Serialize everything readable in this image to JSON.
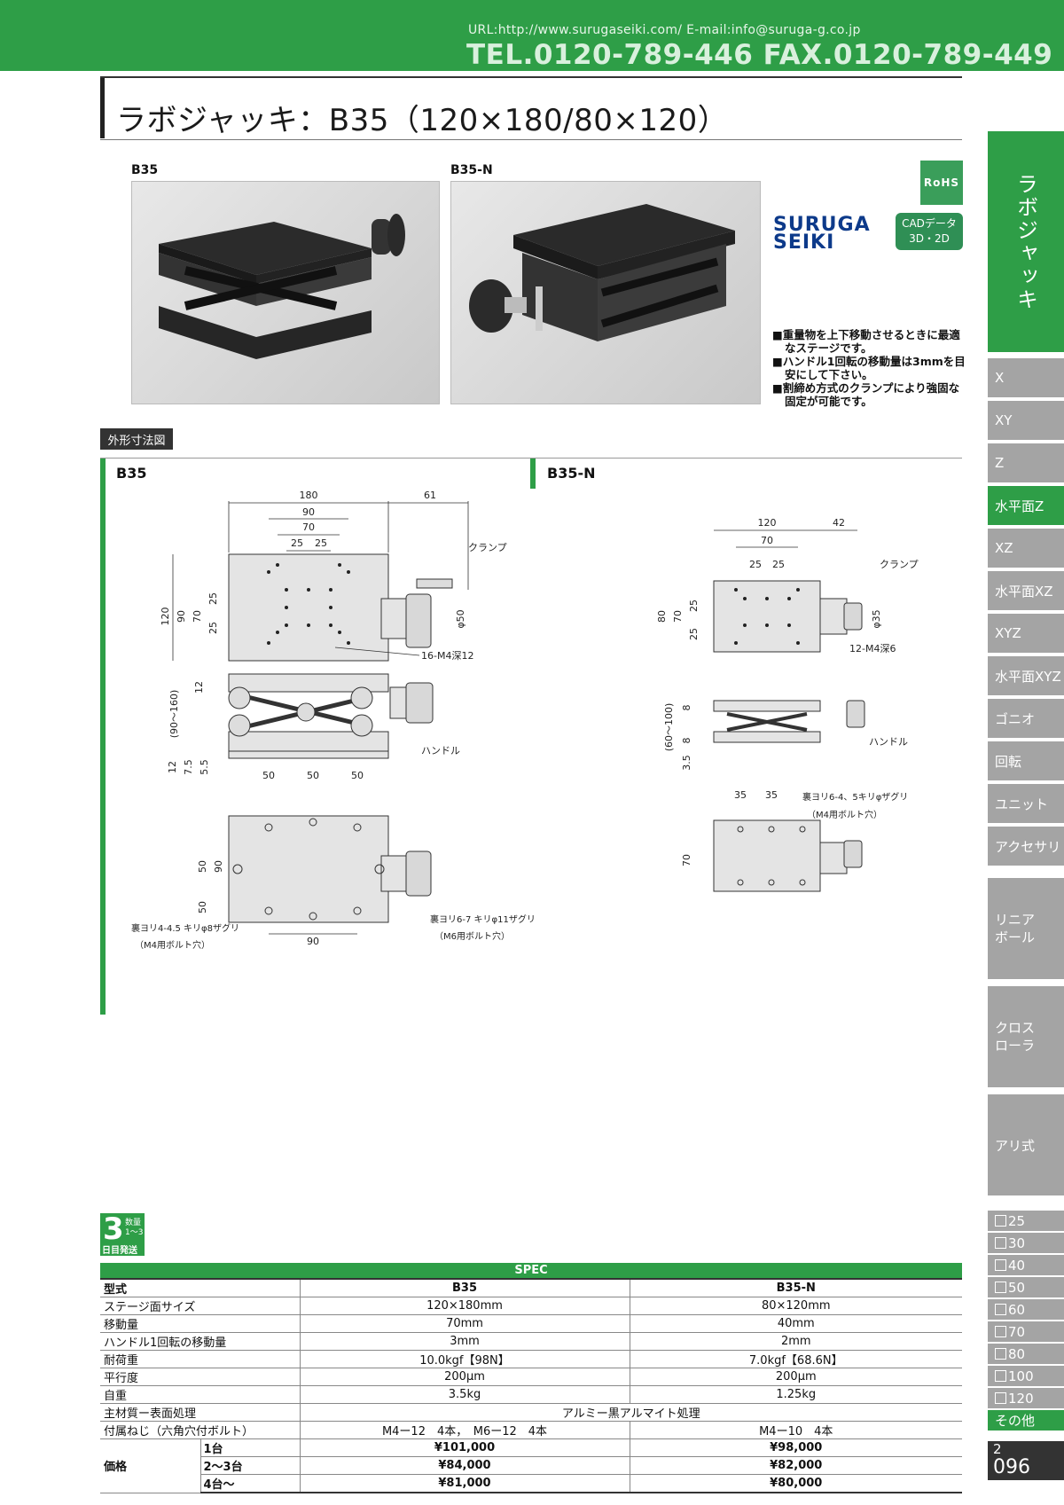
{
  "header": {
    "url": "URL:http://www.surugaseiki.com/  E-mail:info@suruga-g.co.jp",
    "tel": "TEL.0120-789-446  FAX.0120-789-449"
  },
  "title": "ラボジャッキ：B35（120×180/80×120）",
  "photos": {
    "b35_label": "B35",
    "b35n_label": "B35-N"
  },
  "rohs": "RoHS",
  "logo": {
    "line1": "SURUGA",
    "line2": "SEIKI"
  },
  "cad": {
    "line1": "CADデータ",
    "line2": "3D・2D"
  },
  "features": [
    "■重量物を上下移動させるときに最適なステージです。",
    "■ハンドル1回転の移動量は3mmを目安にして下さい。",
    "■割締め方式のクランプにより強固な固定が可能です。"
  ],
  "section_tag": "外形寸法図",
  "drawing_b35": {
    "label": "B35",
    "dims": {
      "w180": "180",
      "d61": "61",
      "d90": "90",
      "d70": "70",
      "d25a": "25",
      "d25b": "25",
      "h120": "120",
      "h90": "90",
      "h70": "70",
      "h25a": "25",
      "h25b": "25",
      "phi50": "φ50",
      "clamp": "クランプ",
      "holes": "16-M4深12",
      "range": "(90〜160)",
      "h12": "12",
      "handle": "ハンドル",
      "b12": "12",
      "b75": "7.5",
      "b55": "5.5",
      "b50a": "50",
      "b50b": "50",
      "b50c": "50",
      "v50a": "50",
      "v90": "90",
      "v50b": "50",
      "bot90": "90",
      "cb1a": "裏ヨリ4-4.5 キリφ8ザグリ",
      "cb1b": "（M4用ボルト穴）",
      "cb2a": "裏ヨリ6-7 キリφ11ザグリ",
      "cb2b": "（M6用ボルト穴）"
    }
  },
  "drawing_b35n": {
    "label": "B35-N",
    "dims": {
      "w120": "120",
      "d42": "42",
      "d70": "70",
      "d25a": "25",
      "d25b": "25",
      "h80": "80",
      "h70": "70",
      "h25a": "25",
      "h25b": "25",
      "clamp": "クランプ",
      "phi35": "φ35",
      "holes": "12-M4深6",
      "range": "(60〜100)",
      "h8a": "8",
      "h8b": "8",
      "h35": "3.5",
      "handle": "ハンドル",
      "b35a": "35",
      "b35b": "35",
      "cba": "裏ヨリ6-4、5キリφザグリ",
      "cbb": "（M4用ボルト穴）",
      "v70": "70"
    }
  },
  "badge": {
    "num": "3",
    "t1": "数量",
    "t2": "1〜3",
    "t3": "日目発送"
  },
  "spec": {
    "heading": "SPEC",
    "columns": [
      "型式",
      "B35",
      "B35-N"
    ],
    "rows": [
      [
        "ステージ面サイズ",
        "120×180mm",
        "80×120mm"
      ],
      [
        "移動量",
        "70mm",
        "40mm"
      ],
      [
        "ハンドル1回転の移動量",
        "3mm",
        "2mm"
      ],
      [
        "耐荷重",
        "10.0kgf【98N】",
        "7.0kgf【68.6N】"
      ],
      [
        "平行度",
        "200μm",
        "200μm"
      ],
      [
        "自重",
        "3.5kg",
        "1.25kg"
      ]
    ],
    "material_label": "主材質ー表面処理",
    "material_value": "アルミー黒アルマイト処理",
    "screws_label": "付属ねじ（六角穴付ボルト）",
    "screws_b35": "M4ー12　4本，　M6ー12　4本",
    "screws_b35n": "M4ー10　4本",
    "price_label": "価格",
    "prices": [
      [
        "1台",
        "¥101,000",
        "¥98,000"
      ],
      [
        "2〜3台",
        "¥84,000",
        "¥82,000"
      ],
      [
        "4台〜",
        "¥81,000",
        "¥80,000"
      ]
    ]
  },
  "sidebar": {
    "main_tab": "ラボジャッキ",
    "tabs": [
      "X",
      "XY",
      "Z",
      "水平面Z",
      "XZ",
      "水平面XZ",
      "XYZ",
      "水平面XYZ",
      "ゴニオ",
      "回転",
      "ユニット",
      "アクセサリ",
      "リニア\nボール",
      "クロス\nローラ",
      "アリ式"
    ],
    "sizes": [
      "25",
      "30",
      "40",
      "50",
      "60",
      "70",
      "80",
      "100",
      "120",
      "その他"
    ],
    "page_section": "2",
    "page_number": "096"
  }
}
